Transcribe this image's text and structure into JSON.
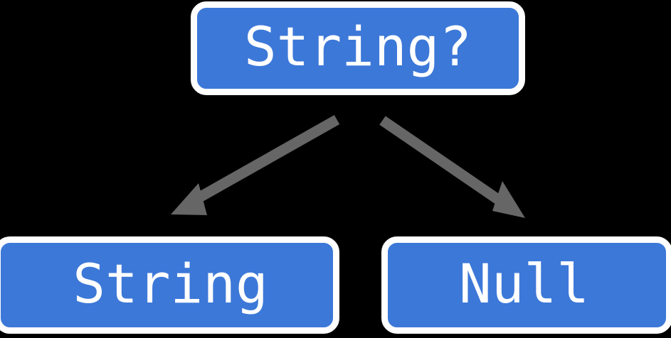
{
  "diagram": {
    "kind": "type-hierarchy",
    "background_color": "#000000",
    "node_fill_color": "#3c78d8",
    "node_border_color": "#ffffff",
    "node_text_color": "#ffffff",
    "edge_color": "#666666",
    "nodes": [
      {
        "id": "root",
        "label": "String?",
        "role": "nullable-type"
      },
      {
        "id": "string",
        "label": "String",
        "role": "non-null-type"
      },
      {
        "id": "null",
        "label": "Null",
        "role": "null-type"
      }
    ],
    "edges": [
      {
        "from": "root",
        "to": "string",
        "direction": "down-left",
        "arrowhead": "solid-triangle"
      },
      {
        "from": "root",
        "to": "null",
        "direction": "down-right",
        "arrowhead": "solid-triangle"
      }
    ]
  }
}
